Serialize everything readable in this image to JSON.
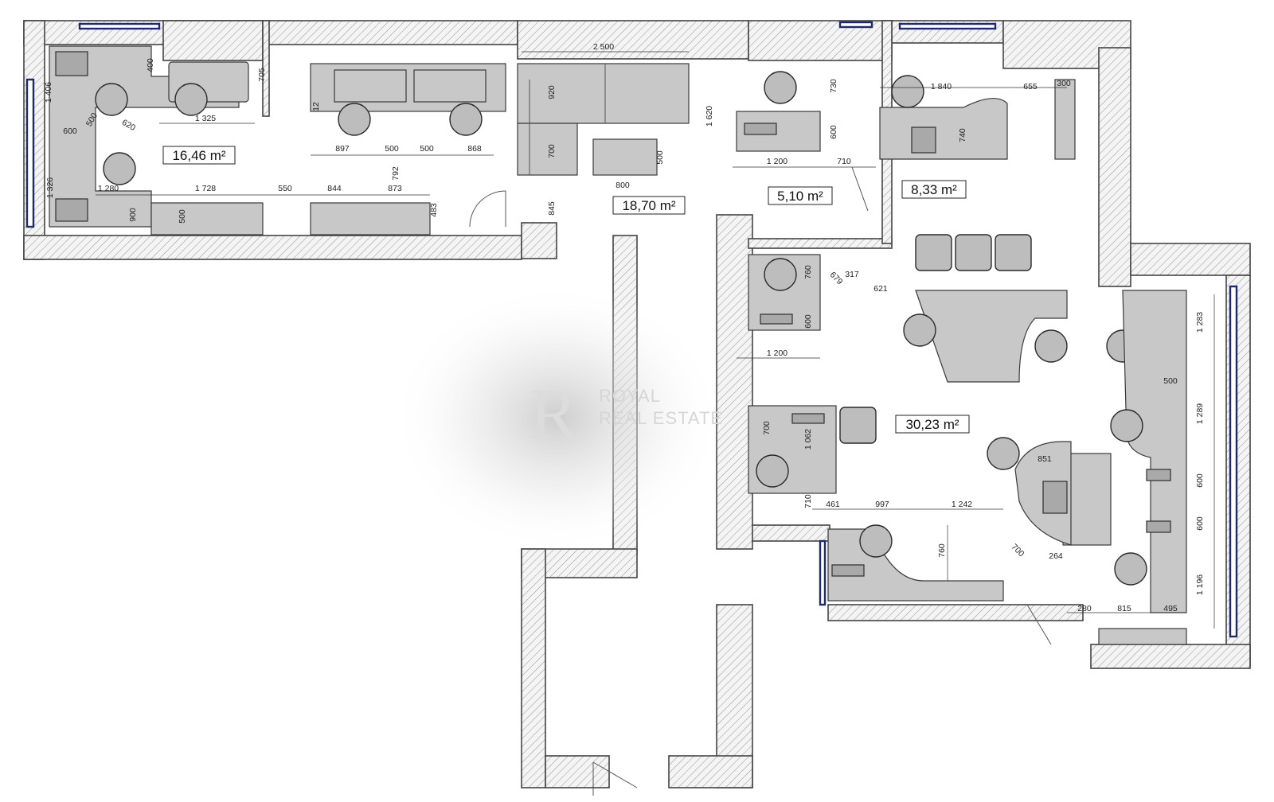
{
  "rooms": [
    {
      "id": "room-1",
      "label": "16,46 m²"
    },
    {
      "id": "room-2",
      "label": "18,70 m²"
    },
    {
      "id": "room-3",
      "label": "5,10 m²"
    },
    {
      "id": "room-4",
      "label": "8,33 m²"
    },
    {
      "id": "room-5",
      "label": "30,23 m²"
    }
  ],
  "dimensions": [
    "1 406",
    "600",
    "500",
    "620",
    "1 325",
    "400",
    "705",
    "1 280",
    "1 326",
    "1 728",
    "550",
    "844",
    "873",
    "792",
    "900",
    "500",
    "483",
    "12",
    "897",
    "500",
    "500",
    "868",
    "2 500",
    "920",
    "700",
    "800",
    "500",
    "845",
    "1 620",
    "730",
    "600",
    "1 200",
    "710",
    "1 840",
    "655",
    "300",
    "740",
    "760",
    "600",
    "679",
    "317",
    "621",
    "1 200",
    "700",
    "1 062",
    "710",
    "461",
    "997",
    "1 242",
    "760",
    "700",
    "851",
    "264",
    "500",
    "1 283",
    "1 289",
    "600",
    "600",
    "1 196",
    "280",
    "815",
    "495"
  ],
  "watermark": {
    "monogram": "R",
    "line1": "ROYAL",
    "line2": "REAL ESTATE"
  },
  "colors": {
    "wall_stroke": "#444444",
    "furniture": "#c8c8c8",
    "window": "#1f2a6b"
  }
}
